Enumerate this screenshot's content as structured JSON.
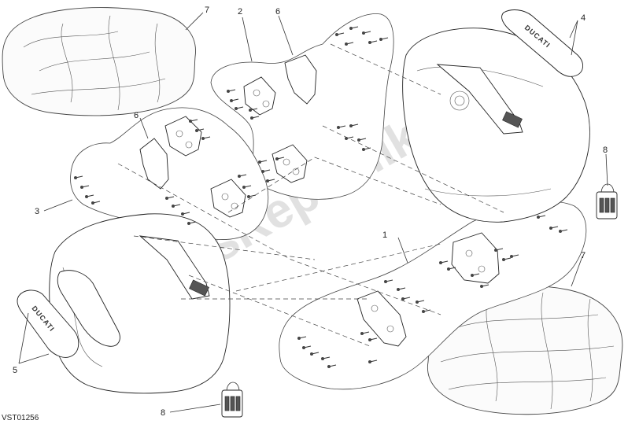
{
  "diagram": {
    "drawing_code": "VST01256",
    "watermark": "PartsRepublik",
    "brand_text": "DUCATI",
    "callouts": [
      {
        "id": "c1",
        "label": "1"
      },
      {
        "id": "c2",
        "label": "2"
      },
      {
        "id": "c3",
        "label": "3"
      },
      {
        "id": "c4",
        "label": "4"
      },
      {
        "id": "c5",
        "label": "5"
      },
      {
        "id": "c6a",
        "label": "6"
      },
      {
        "id": "c6b",
        "label": "6"
      },
      {
        "id": "c7a",
        "label": "7"
      },
      {
        "id": "c7b",
        "label": "7"
      },
      {
        "id": "c8a",
        "label": "8"
      },
      {
        "id": "c8b",
        "label": "8"
      }
    ]
  }
}
